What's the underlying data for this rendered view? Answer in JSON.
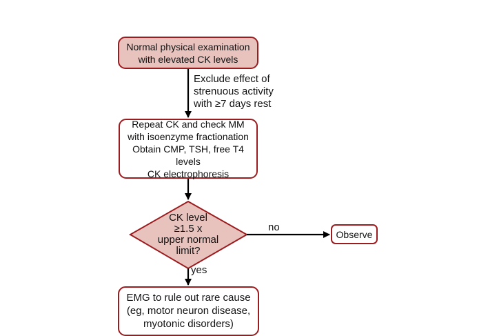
{
  "nodes": {
    "start": {
      "lines": [
        "Normal physical examination",
        "with elevated CK levels"
      ]
    },
    "repeat": {
      "group1": [
        "Repeat CK and check MM",
        "with isoenzyme fractionation"
      ],
      "group2": [
        "Obtain CMP, TSH, free T4 levels",
        "CK electrophoresis"
      ]
    },
    "decision": {
      "lines": [
        "CK level",
        "≥1.5 x",
        "upper normal",
        "limit?"
      ]
    },
    "observe": {
      "label": "Observe"
    },
    "emg": {
      "lines": [
        "EMG to rule out rare cause",
        "(eg, motor neuron disease,",
        "myotonic disorders)"
      ]
    }
  },
  "edges": {
    "exclude": [
      "Exclude effect of",
      "strenuous activity",
      "with ≥7 days rest"
    ],
    "no": "no",
    "yes": "yes"
  },
  "colors": {
    "border": "#9b1c1f",
    "fill": "#e8c3be",
    "line": "#000000"
  }
}
